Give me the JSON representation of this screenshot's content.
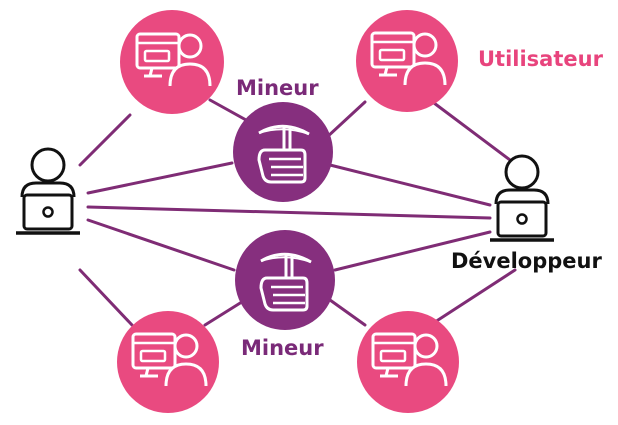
{
  "labels": {
    "miner_top": "Mineur",
    "miner_bottom": "Mineur",
    "user": "Utilisateur",
    "developer": "Développeur"
  },
  "colors": {
    "user_circle": "#e94a80",
    "miner_circle": "#862f7e",
    "edge": "#7f2c75",
    "user_label": "#e8447d",
    "miner_label": "#7a2a78",
    "icon_stroke": "#ffffff",
    "person_stroke": "#111111"
  },
  "icons": {
    "user_node": "user-at-computer-icon",
    "miner_node": "hand-holding-pickaxe-icon",
    "peer_node": "person-with-laptop-icon"
  }
}
